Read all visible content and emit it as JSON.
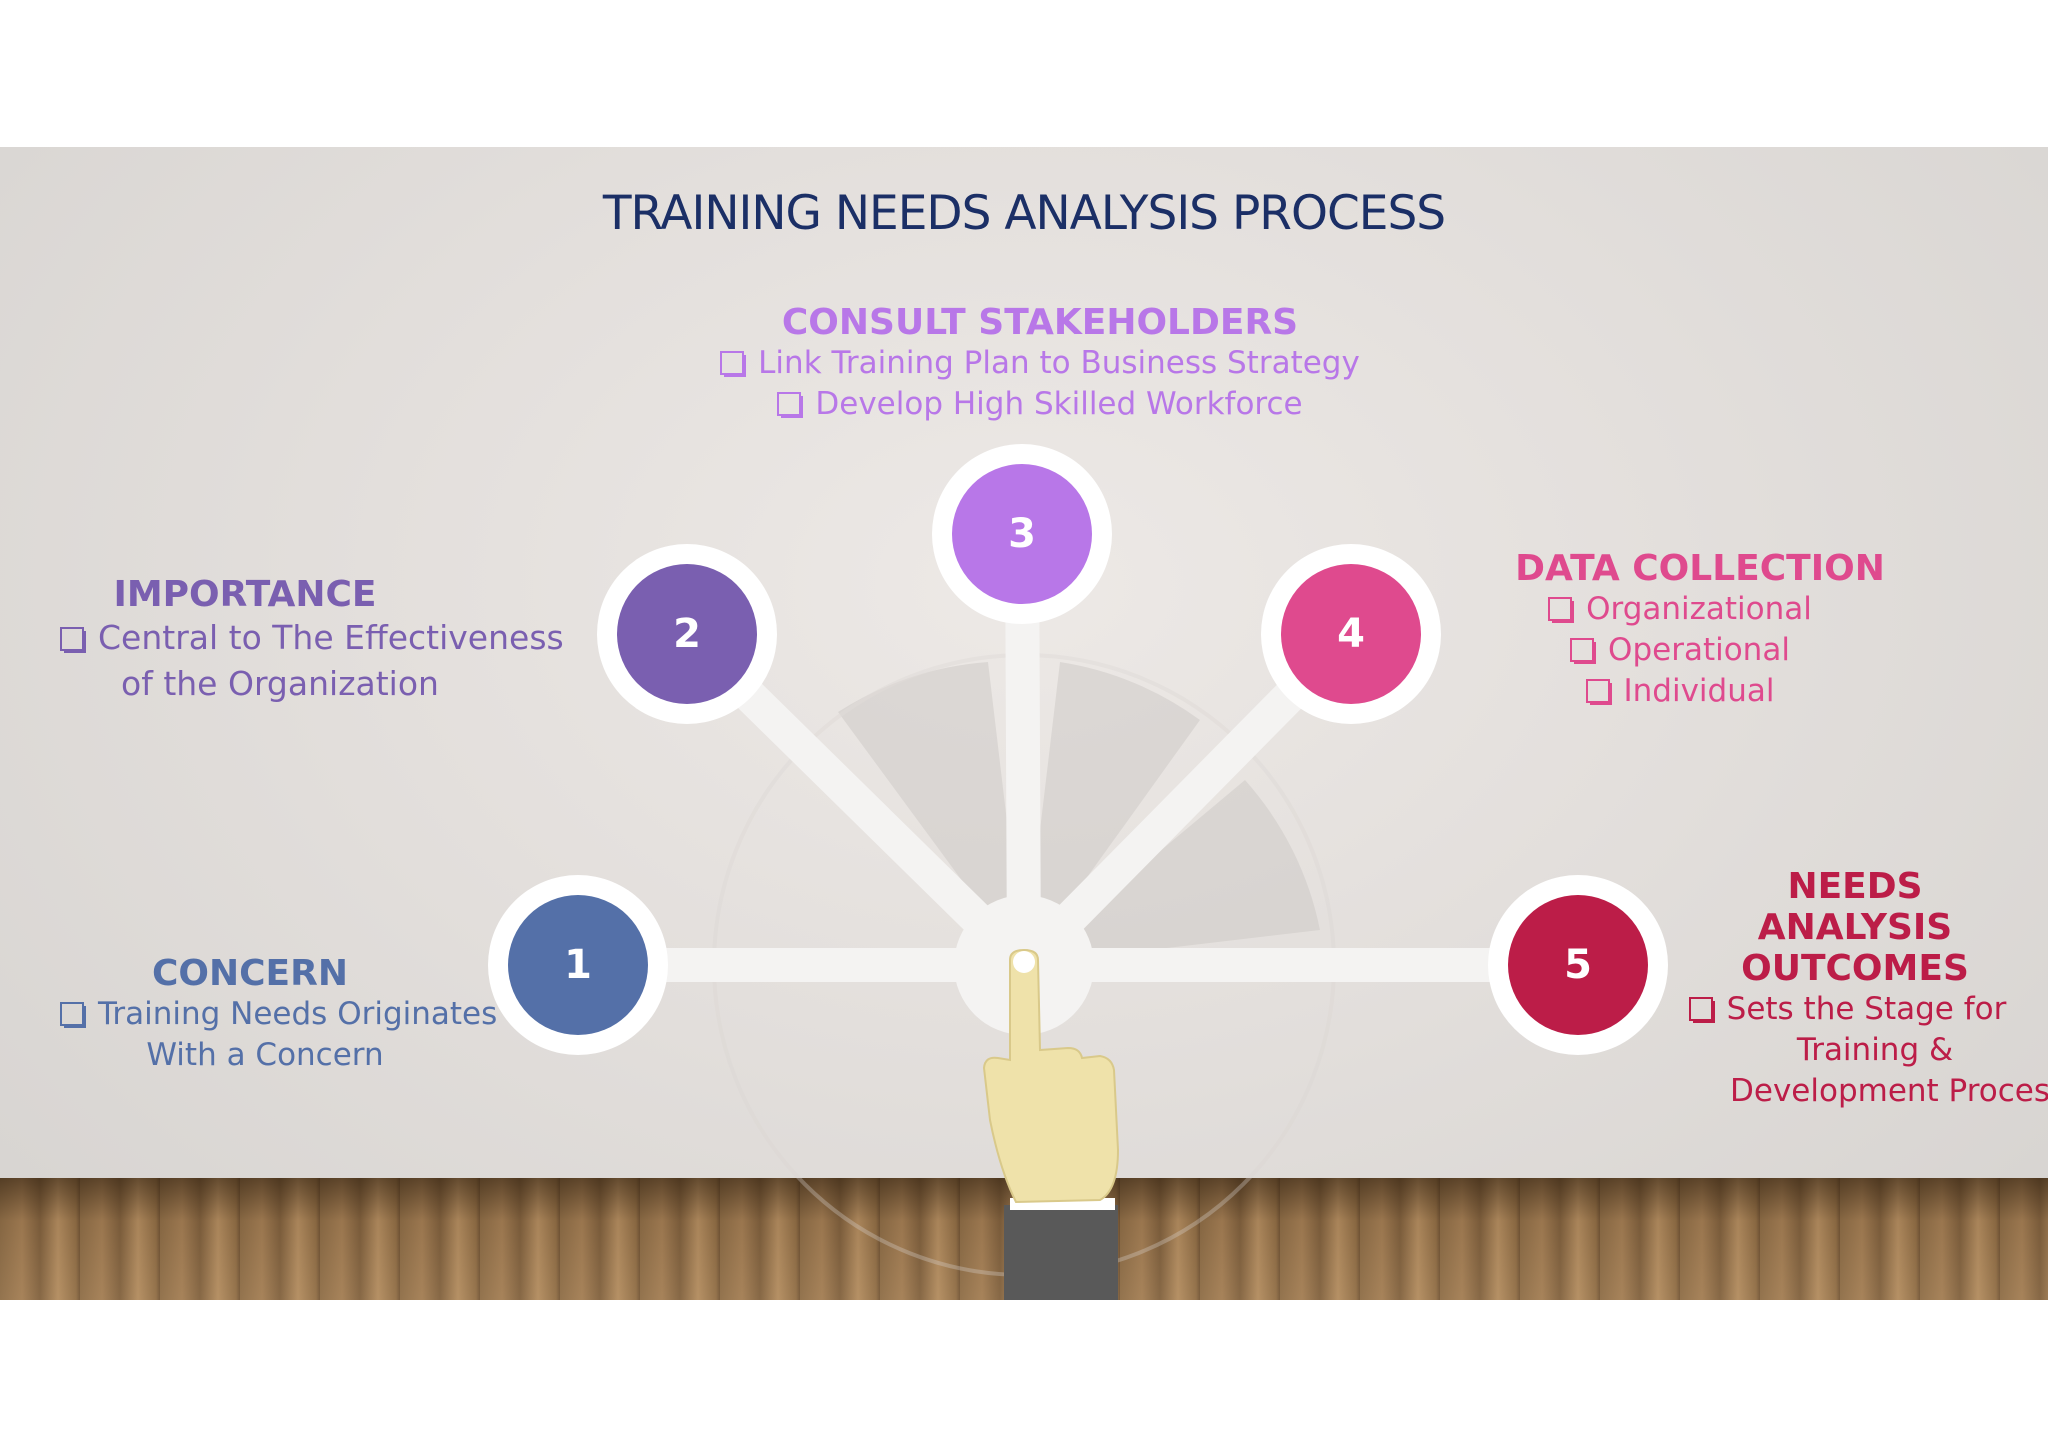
{
  "title": "TRAINING NEEDS ANALYSIS PROCESS",
  "colors": {
    "concern": "#5470a8",
    "importance": "#7a5fb0",
    "stakeholders": "#b877e8",
    "data_collection": "#df4a8e",
    "outcomes": "#bc1d48",
    "title": "#1b2f66"
  },
  "steps": [
    {
      "number": "1",
      "heading": "CONCERN",
      "lines": [
        "Training Needs Originates",
        "With a Concern"
      ],
      "bullets": [
        true,
        false
      ]
    },
    {
      "number": "2",
      "heading": "IMPORTANCE",
      "lines": [
        "Central to The Effectiveness",
        "of the Organization"
      ],
      "bullets": [
        true,
        false
      ]
    },
    {
      "number": "3",
      "heading": "CONSULT STAKEHOLDERS",
      "lines": [
        "Link Training Plan to Business Strategy",
        "Develop High Skilled Workforce"
      ],
      "bullets": [
        true,
        true
      ]
    },
    {
      "number": "4",
      "heading": "DATA COLLECTION",
      "lines": [
        "Organizational",
        "Operational",
        "Individual"
      ],
      "bullets": [
        true,
        true,
        true
      ]
    },
    {
      "number": "5",
      "heading_lines": [
        "NEEDS ANALYSIS",
        "OUTCOMES"
      ],
      "lines": [
        "Sets the Stage for",
        "Training &",
        "Development Process"
      ],
      "bullets": [
        true,
        false,
        false
      ]
    }
  ],
  "icons": [
    "checkbox-bullet-icon",
    "pointing-hand-icon"
  ]
}
